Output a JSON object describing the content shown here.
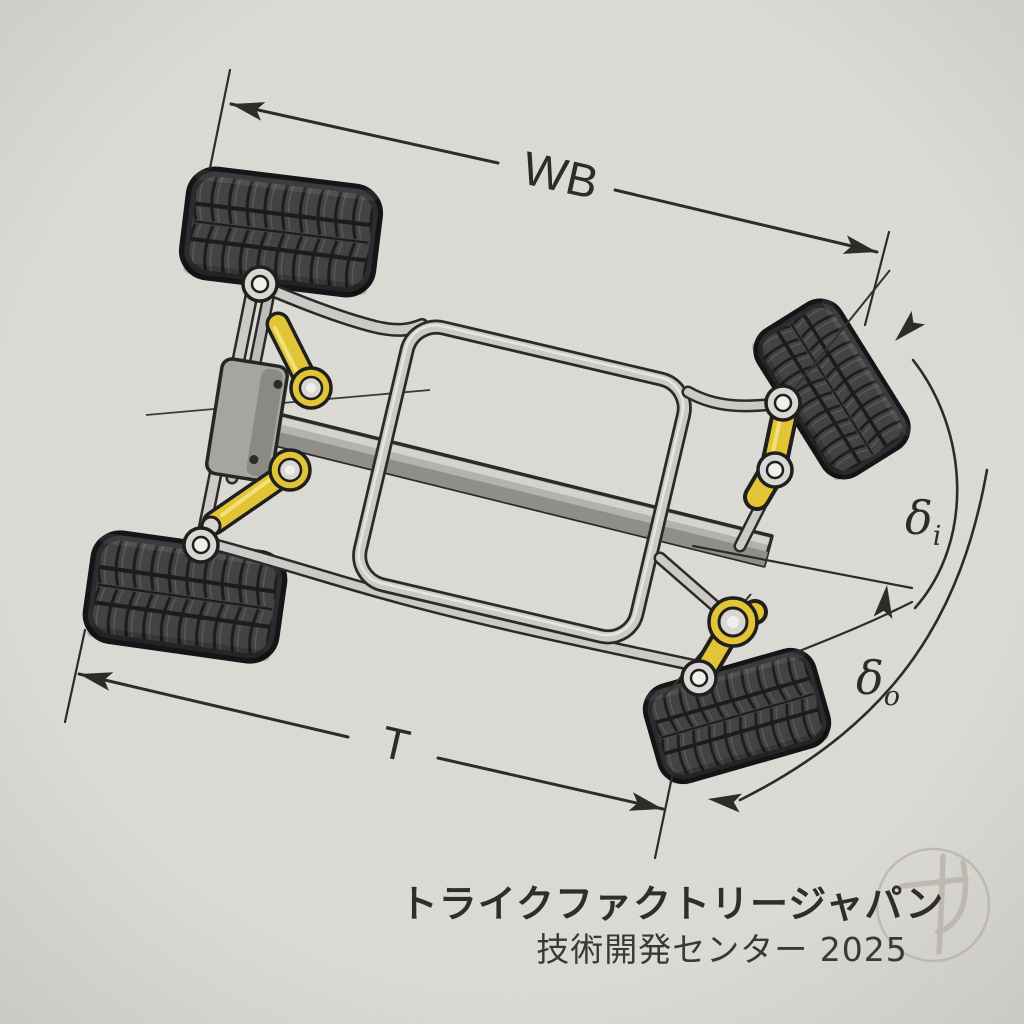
{
  "annotations": {
    "wheelbase": {
      "label": "WB"
    },
    "track": {
      "label": "T"
    },
    "steering_inner": {
      "symbol": "δ",
      "subscript": "i"
    },
    "steering_outer": {
      "symbol": "δ",
      "subscript": "o"
    }
  },
  "footer": {
    "company": "トライクファクトリージャパン",
    "department_year": "技術開発センター 2025"
  },
  "colors": {
    "background": "#e7e5e0",
    "ink": "#2d2c2a",
    "tire": "#3d3d3f",
    "frame_gray": "#cbcac7",
    "frame_shade": "#8f8e8b",
    "accent_yellow": "#e2c437",
    "logo_watermark": "#b5b1a6"
  },
  "icons": {
    "logo": "trike-factory-emblem-icon"
  }
}
